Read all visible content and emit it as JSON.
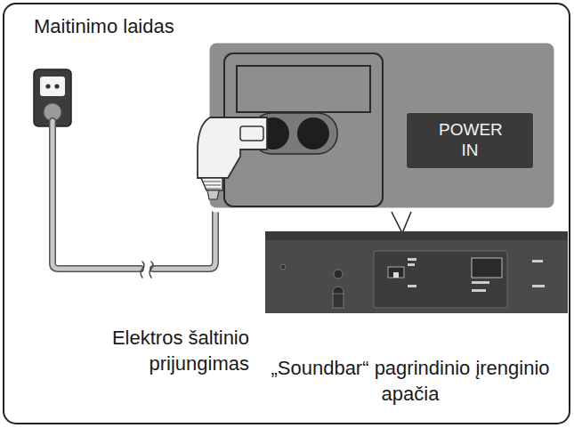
{
  "diagram": {
    "nodes": [
      {
        "text": [
          "POWER IN"
        ]
      }
    ],
    "labels": [
      "Maitinimo laidas",
      "Elektros šaltinio prijungimas",
      "„Soundbar“ pagrindinio įrenginio apačia"
    ]
  }
}
